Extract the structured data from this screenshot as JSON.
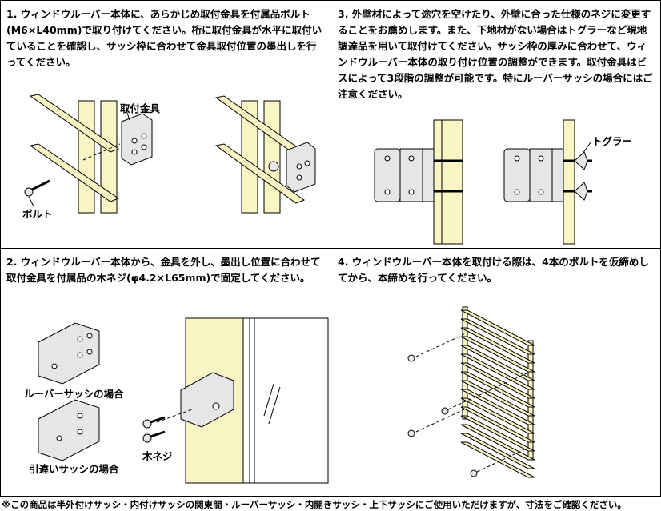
{
  "steps": [
    {
      "text": "1. ウィンドウルーバー本体に、あらかじめ取付金具を付属品ボルト(M6×L40mm)で取り付けてください。桁に取付金具が水平に取付いていることを確認し、サッシ枠に合わせて金具取付位置の墨出しを行ってください。"
    },
    {
      "text": "3. 外壁材によって途穴を空けたり、外壁に合った仕様のネジに変更することをお薦めします。また、下地材がない場合はトグラーなど現地調達品を用いて取付けてください。サッシ枠の厚みに合わせて、ウィンドウルーバー本体の取り付け位置の調整ができます。取付金具はビスによって3段階の調整が可能です。特にルーバーサッシの場合にはご注意ください。"
    },
    {
      "text": "2. ウィンドウルーバー本体から、金具を外し、墨出し位置に合わせて取付金具を付属品の木ネジ(φ4.2×L65mm)で固定してください。"
    },
    {
      "text": "4. ウィンドウルーバー本体を取付ける際は、4本のボルトを仮締めしてから、本締めを行ってください。"
    }
  ],
  "labels": {
    "bracket": "取付金具",
    "bolt": "ボルト",
    "toggler": "トグラー",
    "louver_sash": "ルーバーサッシの場合",
    "sliding_sash": "引違いサッシの場合",
    "wood_screw": "木ネジ"
  },
  "footnote": "※この商品は半外付けサッシ・内付けサッシの関東間・ルーバーサッシ・内開きサッシ・上下サッシにご使用いただけますが、寸法をご確認ください。",
  "colors": {
    "wood": "#f8f4c4",
    "metal": "#e6e6e6",
    "line": "#000000"
  }
}
